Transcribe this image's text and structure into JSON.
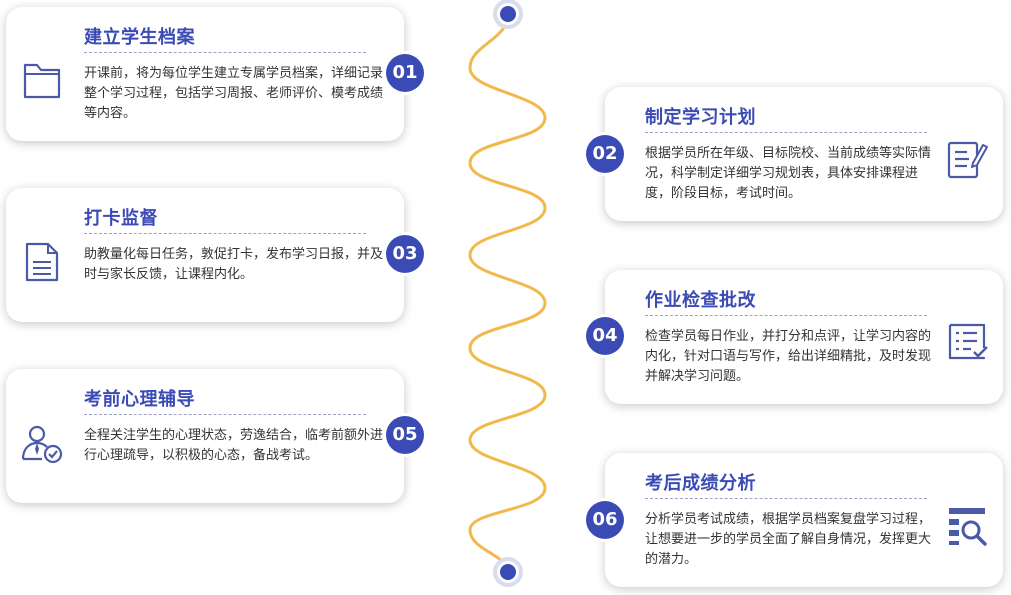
{
  "steps": [
    {
      "number": "01",
      "title": "建立学生档案",
      "description": "开课前，将为每位学生建立专属学员档案，详细记录整个学习过程，包括学习周报、老师评价、模考成绩等内容。",
      "icon": "folder-icon"
    },
    {
      "number": "02",
      "title": "制定学习计划",
      "description": "根据学员所在年级、目标院校、当前成绩等实际情况，科学制定详细学习规划表，具体安排课程进度，阶段目标，考试时间。",
      "icon": "edit-document-icon"
    },
    {
      "number": "03",
      "title": "打卡监督",
      "description": "助教量化每日任务，敦促打卡，发布学习日报，并及时与家长反馈，让课程内化。",
      "icon": "document-icon"
    },
    {
      "number": "04",
      "title": "作业检查批改",
      "description": "检查学员每日作业，并打分和点评，让学习内容的内化，针对口语与写作，给出详细精批，及时发现并解决学习问题。",
      "icon": "checklist-icon"
    },
    {
      "number": "05",
      "title": "考前心理辅导",
      "description": "全程关注学生的心理状态，劳逸结合，临考前额外进行心理疏导，以积极的心态，备战考试。",
      "icon": "user-check-icon"
    },
    {
      "number": "06",
      "title": "考后成绩分析",
      "description": "分析学员考试成绩，根据学员档案复盘学习过程，让想要进一步的学员全面了解自身情况，发挥更大的潜力。",
      "icon": "search-analysis-icon"
    }
  ],
  "colors": {
    "primary": "#3b4bb5",
    "timeline": "#f2b94a",
    "icon": "#4b5aa8"
  }
}
